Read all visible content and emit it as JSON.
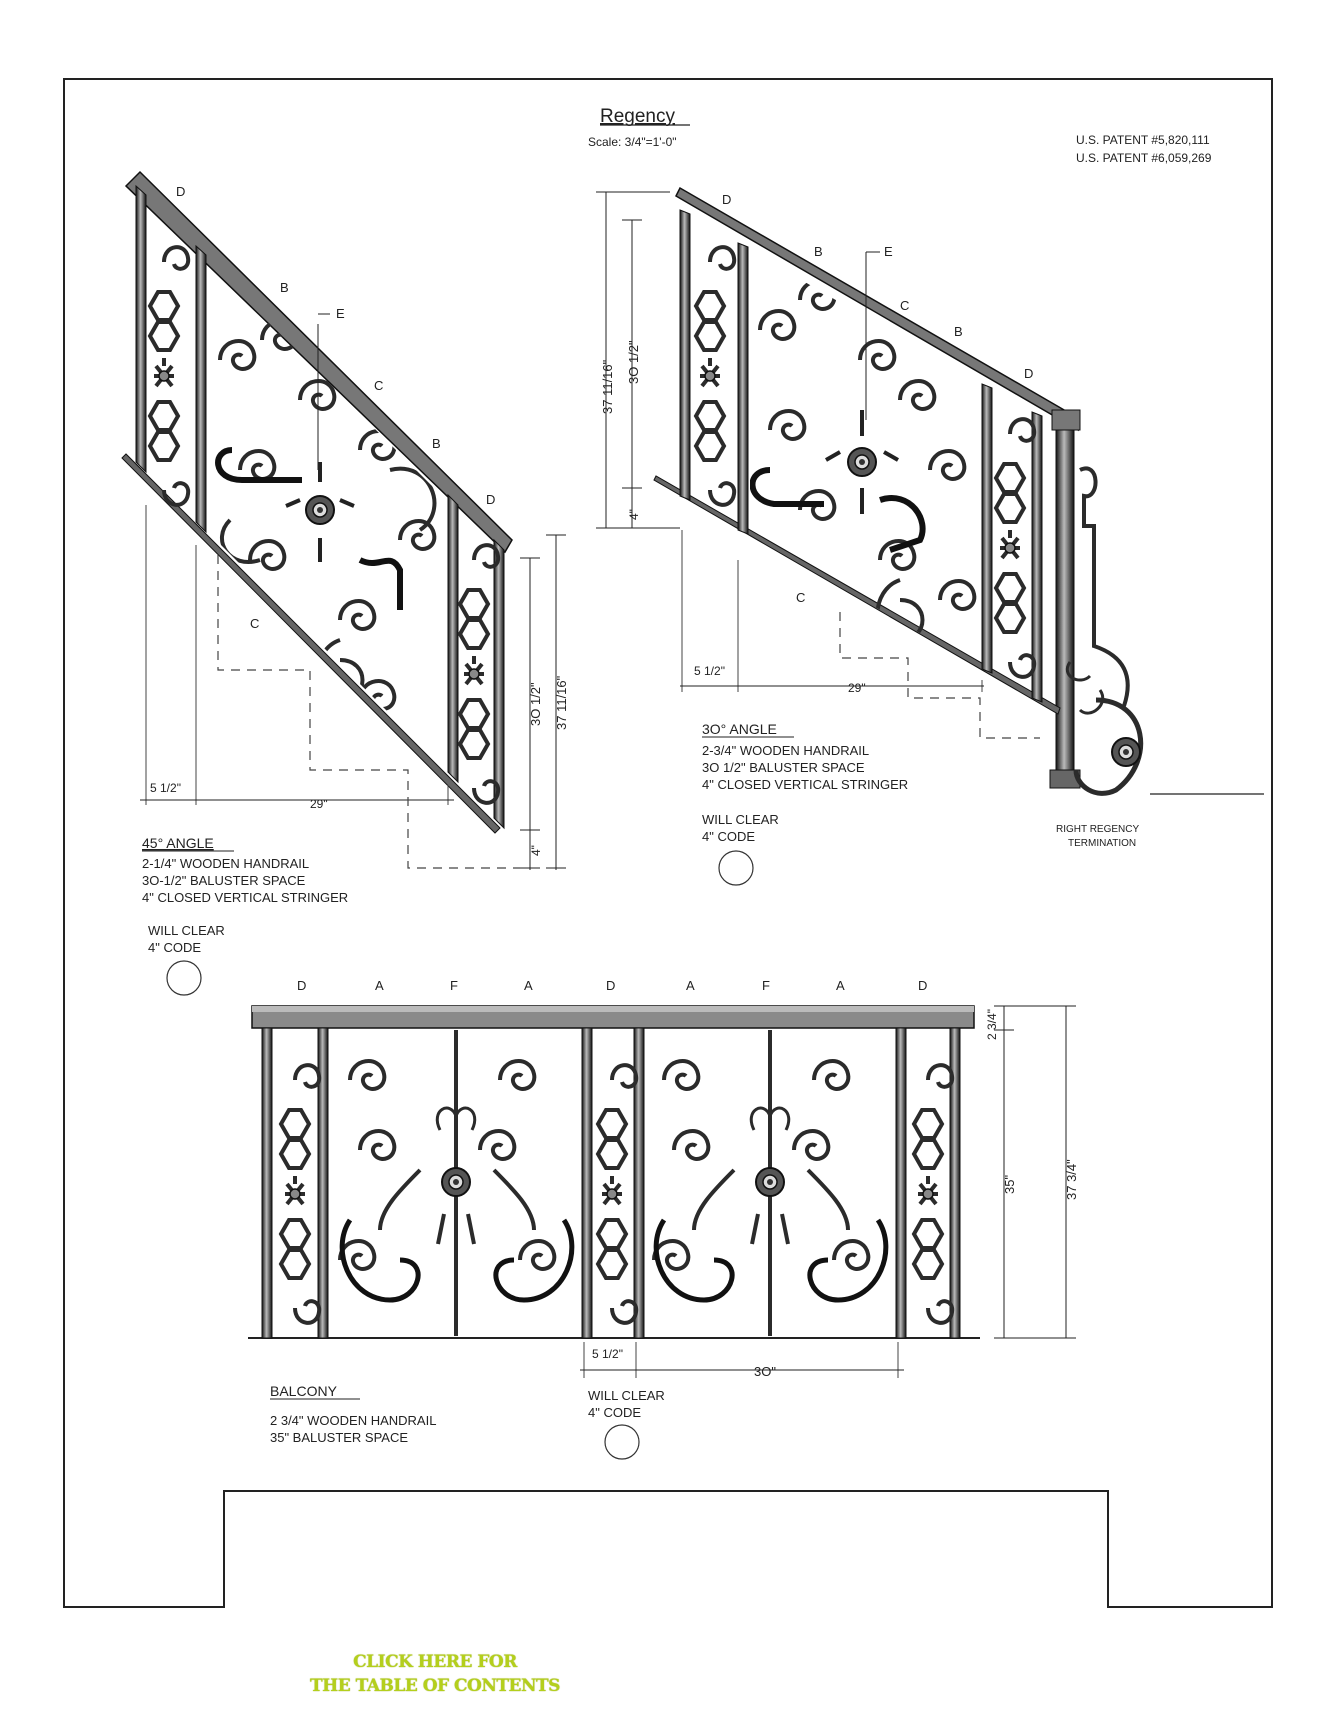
{
  "title": "Regency",
  "scale": "Scale: 3/4\"=1'-0\"",
  "patents": [
    "U.S. PATENT #5,820,111",
    "U.S. PATENT #6,059,269"
  ],
  "stair45": {
    "angle": "45° ANGLE",
    "specs": [
      "2-1/4\" WOODEN HANDRAIL",
      "3O-1/2\" BALUSTER SPACE",
      "4\" CLOSED VERTICAL STRINGER"
    ],
    "clear": [
      "WILL CLEAR",
      "4\" CODE"
    ],
    "labels": {
      "d_top": "D",
      "b1": "B",
      "e": "E",
      "c1": "C",
      "b2": "B",
      "d_bottom": "D",
      "c_below": "C"
    },
    "dims": {
      "left_gap": "5 1/2\"",
      "run": "29\"",
      "space": "3O 1/2\"",
      "height": "37 11/16\"",
      "stringer": "4\""
    }
  },
  "stair30": {
    "angle": "3O° ANGLE",
    "specs": [
      "2-3/4\" WOODEN HANDRAIL",
      "3O 1/2\" BALUSTER SPACE",
      "4\" CLOSED VERTICAL STRINGER"
    ],
    "clear": [
      "WILL CLEAR",
      "4\" CODE"
    ],
    "labels": {
      "d_top": "D",
      "b1": "B",
      "e": "E",
      "c1": "C",
      "b2": "B",
      "d_bottom": "D",
      "c_below": "C"
    },
    "dims": {
      "height": "37 11/16\"",
      "space": "3O 1/2\"",
      "stringer": "4\"",
      "left_gap": "5 1/2\"",
      "run": "29\""
    },
    "termination": [
      "RIGHT REGENCY",
      "TERMINATION"
    ]
  },
  "balcony": {
    "title": "BALCONY",
    "specs": [
      "2 3/4\" WOODEN HANDRAIL",
      "35\" BALUSTER SPACE"
    ],
    "clear": [
      "WILL CLEAR",
      "4\" CODE"
    ],
    "top_labels": [
      "D",
      "A",
      "F",
      "A",
      "D",
      "A",
      "F",
      "A",
      "D"
    ],
    "dims": {
      "rail": "2 3/4\"",
      "space": "35\"",
      "height": "37 3/4\"",
      "gap": "5 1/2\"",
      "run": "3O\""
    }
  },
  "toc_link": [
    "CLICK HERE FOR",
    "THE TABLE OF CONTENTS"
  ],
  "colors": {
    "line": "#222222",
    "iron": "#3a3a3a",
    "toc": "#b4cf1c"
  }
}
